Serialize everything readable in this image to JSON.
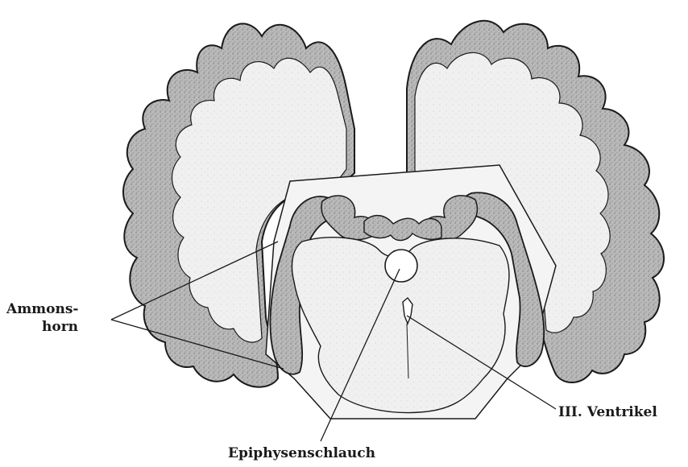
{
  "labels": {
    "ammonshorn_line1": "Ammons-",
    "ammonshorn_line2": "horn",
    "ventrikel": "III. Ventrikel",
    "epiphysenschlauch": "Epiphysenschlauch"
  },
  "colors": {
    "ink": "#1a1a1a",
    "gray_matter": "#b5b5b5",
    "white_matter": "#eeeeee",
    "paper": "#ffffff"
  }
}
